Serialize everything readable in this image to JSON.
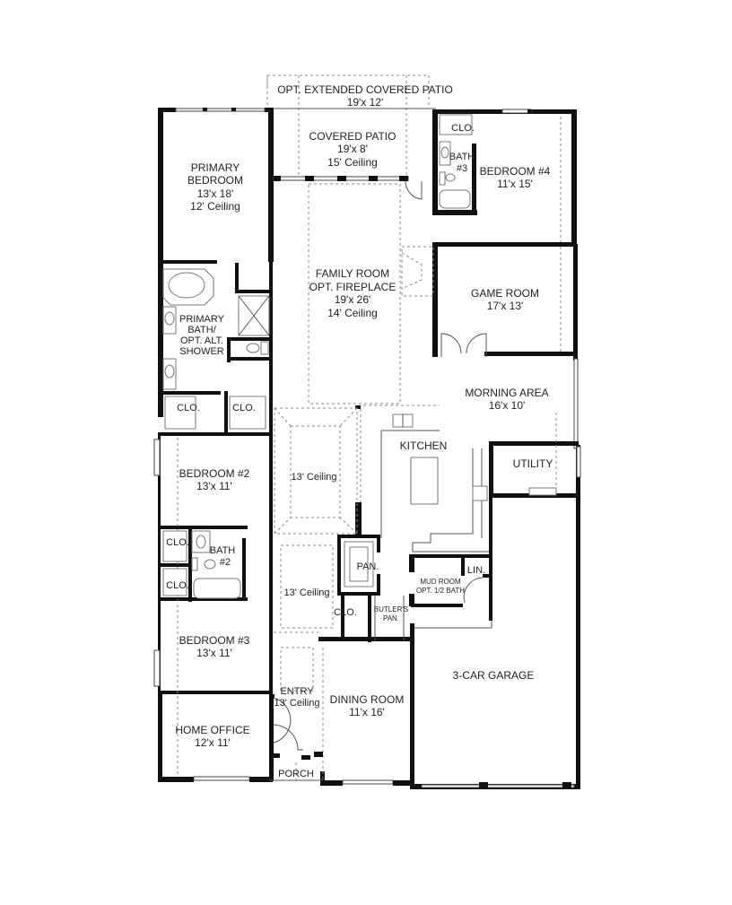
{
  "plan": {
    "rooms": {
      "ext_patio": {
        "name": "OPT. EXTENDED COVERED PATIO",
        "size": "19'x 12'"
      },
      "patio": {
        "name": "COVERED PATIO",
        "size": "19'x 8'",
        "ceiling": "15' Ceiling"
      },
      "primary_bed": {
        "name1": "PRIMARY",
        "name2": "BEDROOM",
        "size": "13'x 18'",
        "ceiling": "12' Ceiling"
      },
      "bath3": {
        "name1": "BATH",
        "name2": "#3"
      },
      "clo_bath3": {
        "name": "CLO."
      },
      "bedroom4": {
        "name": "BEDROOM #4",
        "size": "11'x 15'"
      },
      "family": {
        "name1": "FAMILY ROOM",
        "name2": "OPT. FIREPLACE",
        "size": "19'x 26'",
        "ceiling": "14' Ceiling"
      },
      "game": {
        "name": "GAME ROOM",
        "size": "17'x 13'"
      },
      "primary_bath": {
        "l1": "PRIMARY",
        "l2": "BATH/",
        "l3": "OPT. ALT.",
        "l4": "SHOWER"
      },
      "clo_a": {
        "name": "CLO."
      },
      "clo_b": {
        "name": "CLO."
      },
      "morning": {
        "name": "MORNING AREA",
        "size": "16'x 10'"
      },
      "kitchen": {
        "name": "KITCHEN"
      },
      "utility": {
        "name": "UTILITY"
      },
      "gallery1": {
        "ceiling": "13' Ceiling"
      },
      "gallery2": {
        "ceiling": "13' Ceiling"
      },
      "bedroom2": {
        "name": "BEDROOM #2",
        "size": "13'x 11'"
      },
      "bath2": {
        "name1": "BATH",
        "name2": "#2"
      },
      "clo_c": {
        "name": "CLO."
      },
      "clo_d": {
        "name": "CLO."
      },
      "pantry": {
        "name": "PAN."
      },
      "clo_e": {
        "name": "CLO."
      },
      "butlers": {
        "name1": "BUTLER'S",
        "name2": "PAN."
      },
      "linen": {
        "name": "LIN."
      },
      "mud": {
        "name1": "MUD ROOM",
        "name2": "OPT. 1/2 BATH"
      },
      "bedroom3": {
        "name": "BEDROOM #3",
        "size": "13'x 11'"
      },
      "garage": {
        "name": "3-CAR GARAGE"
      },
      "entry": {
        "name": "ENTRY",
        "ceiling": "13' Ceiling"
      },
      "dining": {
        "name": "DINING ROOM",
        "size": "11'x 16'"
      },
      "office": {
        "name": "HOME OFFICE",
        "size": "12'x 11'"
      },
      "porch": {
        "name": "PORCH"
      }
    }
  }
}
